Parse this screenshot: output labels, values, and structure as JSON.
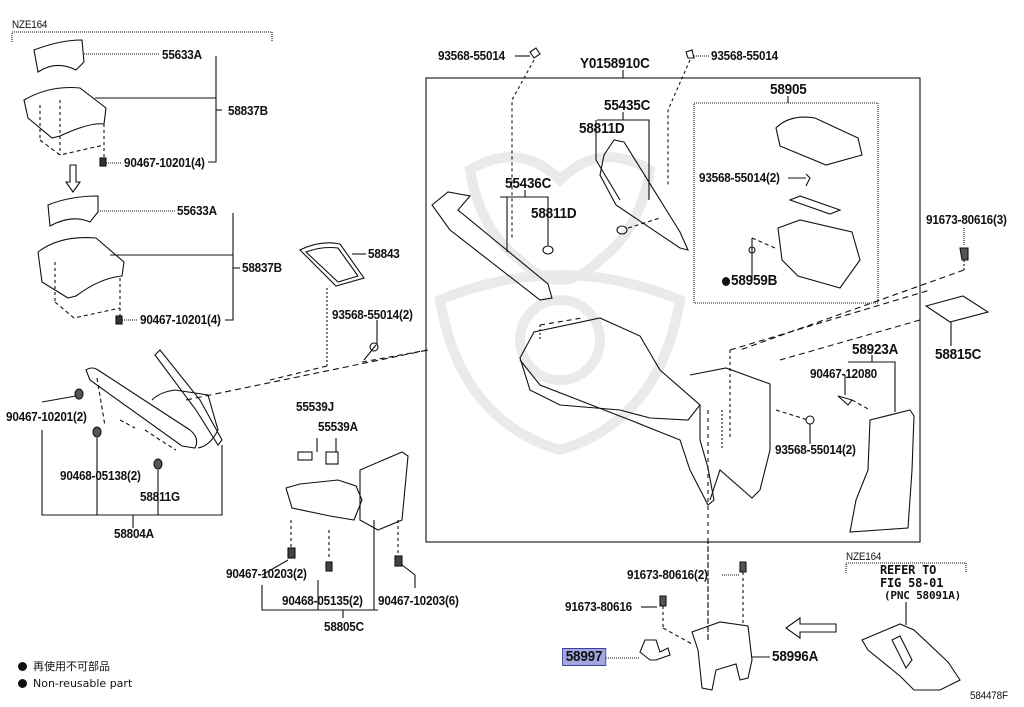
{
  "diagram": {
    "title_ref": "584478F",
    "groups": {
      "top_left_variant": "NZE164",
      "bottom_right_variant": "NZE164",
      "console_assembly": "Y0158910C",
      "console_box": "58905"
    },
    "refer_note": {
      "line1": "REFER TO",
      "line2": "FIG 58-01",
      "line3": "(PNC 58091A)"
    },
    "parts": {
      "p55633A_1": "55633A",
      "p58837B_1": "58837B",
      "p90467_10201_4a": "90467-10201(4)",
      "p55633A_2": "55633A",
      "p58837B_2": "58837B",
      "p90467_10201_4b": "90467-10201(4)",
      "p58843": "58843",
      "p93568_55014_2a": "93568-55014(2)",
      "p90467_10201_2": "90467-10201(2)",
      "p90468_05138_2": "90468-05138(2)",
      "p58811G": "58811G",
      "p58804A": "58804A",
      "p55539J": "55539J",
      "p55539A": "55539A",
      "p90467_10203_2": "90467-10203(2)",
      "p90468_05135_2": "90468-05135(2)",
      "p90467_10203_6": "90467-10203(6)",
      "p58805C": "58805C",
      "p93568_55014_l": "93568-55014",
      "p93568_55014_r": "93568-55014",
      "p55435C": "55435C",
      "p58811D_a": "58811D",
      "p55436C": "55436C",
      "p58811D_b": "58811D",
      "p93568_55014_2b": "93568-55014(2)",
      "p58959B": "58959B",
      "p91673_80616_3": "91673-80616(3)",
      "p58815C": "58815C",
      "p58923A": "58923A",
      "p90467_12080": "90467-12080",
      "p93568_55014_2c": "93568-55014(2)",
      "p91673_80616_2": "91673-80616(2)",
      "p91673_80616": "91673-80616",
      "p58997": "58997",
      "p58996A": "58996A"
    },
    "highlighted_part": "58997",
    "highlight_color": "#a3a6e0",
    "legend": {
      "jp": "再使用不可部品",
      "en": "Non-reusable part"
    }
  }
}
